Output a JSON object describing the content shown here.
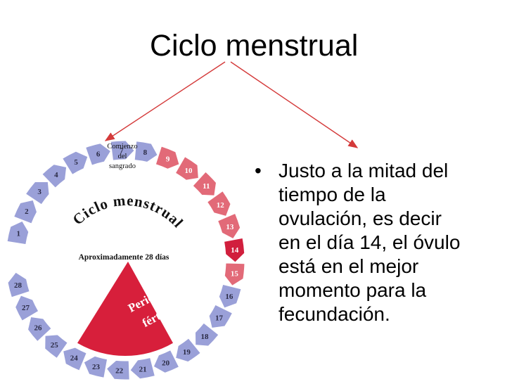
{
  "slide": {
    "title": "Ciclo menstrual",
    "bullet_marker": "•",
    "bullet_lines": [
      "Justo a la mitad del",
      "tiempo de la",
      "ovulación, es decir",
      "en el día 14, el óvulo",
      "está en el mejor",
      "momento para la",
      "fecundación."
    ]
  },
  "diagram": {
    "center_title": "Ciclo menstrual",
    "subtitle": "Aproximadamente 28 días",
    "start_label_lines": [
      "Comienzo",
      "del",
      "sangrado"
    ],
    "fertile_label_lines": [
      "Periodo",
      "fértil"
    ],
    "day_numbers": [
      "1",
      "2",
      "3",
      "4",
      "5",
      "6",
      "7",
      "8",
      "9",
      "10",
      "11",
      "12",
      "13",
      "14",
      "15",
      "16",
      "17",
      "18",
      "19",
      "20",
      "21",
      "22",
      "23",
      "24",
      "25",
      "26",
      "27",
      "28"
    ],
    "fertile_days": [
      "9",
      "10",
      "11",
      "12",
      "13",
      "14",
      "15"
    ],
    "colors": {
      "normal_day": "#9aa0d8",
      "normal_day_text": "#2a2a44",
      "fertile_day": "#e26a78",
      "fertile_day_dark": "#d11f3d",
      "fertile_text": "#ffffff",
      "fertile_sector": "#d71f3b",
      "arrow": "#d43a3a"
    }
  }
}
